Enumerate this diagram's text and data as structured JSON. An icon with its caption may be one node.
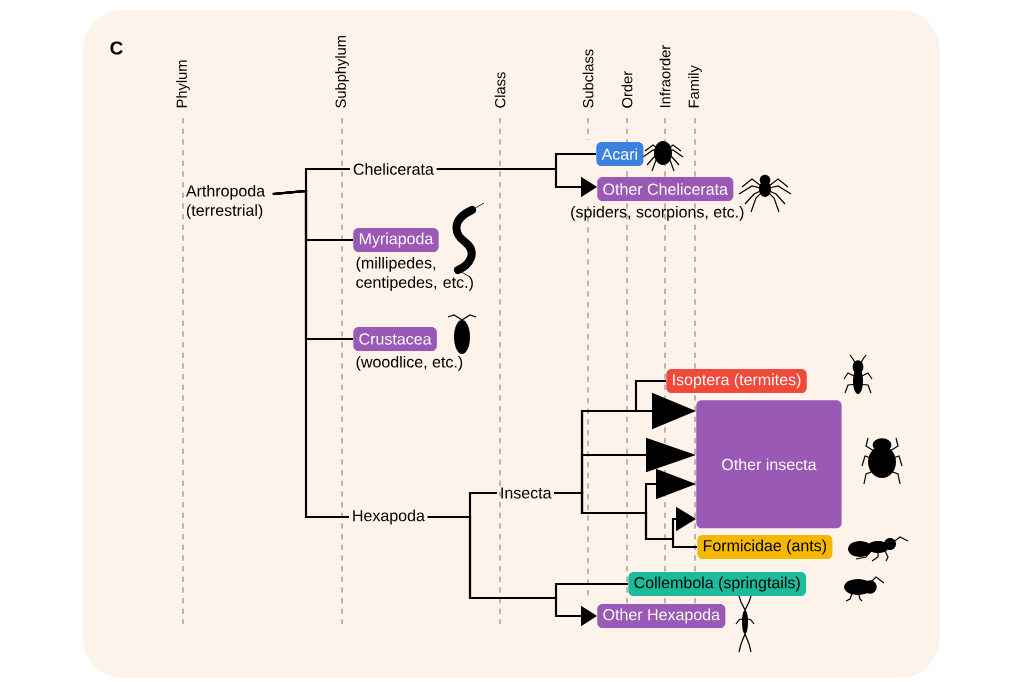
{
  "diagram": {
    "nodes": [
      {
        "text": [
          "Arthropoda (terrestrial)"
        ]
      },
      {
        "text": [
          "Chelicerata"
        ]
      },
      {
        "text": [
          "Myriapoda"
        ],
        "beside": [
          "(millipedes, centipedes, etc.)"
        ]
      },
      {
        "text": [
          "Crustacea"
        ],
        "beside": [
          "(woodlice, etc.)"
        ]
      },
      {
        "text": [
          "Hexapoda"
        ]
      },
      {
        "text": [
          "Acari"
        ]
      },
      {
        "text": [
          "Other Chelicerata"
        ],
        "beside": [
          "(spiders, scorpions, etc.)"
        ]
      },
      {
        "text": [
          "Insecta"
        ]
      },
      {
        "text": [
          "Isoptera (termites)"
        ]
      },
      {
        "text": [
          "Other insecta"
        ]
      },
      {
        "text": [
          "Formicidae (ants)"
        ]
      },
      {
        "text": [
          "Collembola (springtails)"
        ]
      },
      {
        "text": [
          "Other Hexapoda"
        ]
      }
    ],
    "edges": [
      {
        "from": 0,
        "to": 1,
        "arrow": "none"
      },
      {
        "from": 0,
        "to": 2,
        "arrow": "none"
      },
      {
        "from": 0,
        "to": 3,
        "arrow": "none"
      },
      {
        "from": 0,
        "to": 4,
        "arrow": "none"
      },
      {
        "from": 1,
        "to": 5,
        "arrow": "none"
      },
      {
        "from": 1,
        "to": 6,
        "arrow": "to"
      },
      {
        "from": 4,
        "to": 7,
        "arrow": "none"
      },
      {
        "from": 4,
        "to": 11,
        "arrow": "none"
      },
      {
        "from": 4,
        "to": 12,
        "arrow": "to"
      },
      {
        "from": 7,
        "to": 8,
        "arrow": "none"
      },
      {
        "from": 7,
        "to": 9,
        "arrow": "to"
      },
      {
        "from": 7,
        "to": 9,
        "arrow": "to"
      },
      {
        "from": 7,
        "to": 9,
        "arrow": "to"
      },
      {
        "from": 7,
        "to": 9,
        "arrow": "to"
      },
      {
        "from": 7,
        "to": 10,
        "arrow": "none"
      }
    ],
    "labels": [
      "C",
      "Phylum",
      "Subphylum",
      "Class",
      "Subclass",
      "Order",
      "Infraorder",
      "Family"
    ]
  }
}
